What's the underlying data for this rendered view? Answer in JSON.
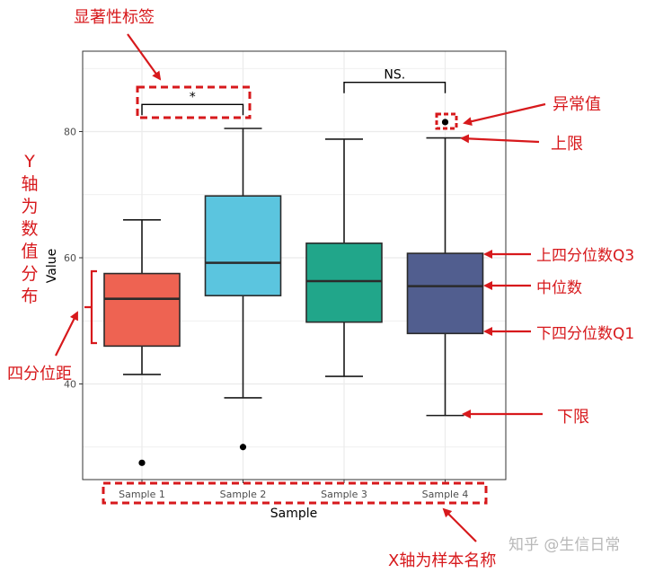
{
  "chart_data": {
    "type": "box",
    "title": "",
    "xlabel": "Sample",
    "ylabel": "Value",
    "ylim": [
      25,
      92
    ],
    "yticks": [
      40,
      60,
      80
    ],
    "grid": true,
    "categories": [
      "Sample 1",
      "Sample 2",
      "Sample 3",
      "Sample 4"
    ],
    "boxes": [
      {
        "name": "Sample 1",
        "color": "#ee6352",
        "min": 41.5,
        "q1": 46.0,
        "median": 53.5,
        "q3": 57.5,
        "max": 66.0,
        "outliers": [
          27.5
        ]
      },
      {
        "name": "Sample 2",
        "color": "#5bc5df",
        "min": 37.8,
        "q1": 54.0,
        "median": 59.2,
        "q3": 69.8,
        "max": 80.5,
        "outliers": [
          30.0
        ]
      },
      {
        "name": "Sample 3",
        "color": "#21a68a",
        "min": 41.2,
        "q1": 49.8,
        "median": 56.3,
        "q3": 62.3,
        "max": 78.8,
        "outliers": []
      },
      {
        "name": "Sample 4",
        "color": "#515e8f",
        "min": 35.0,
        "q1": 48.0,
        "median": 55.5,
        "q3": 60.7,
        "max": 79.0,
        "outliers": [
          81.5
        ]
      }
    ],
    "significance": [
      {
        "from": "Sample 1",
        "to": "Sample 2",
        "label": "*"
      },
      {
        "from": "Sample 3",
        "to": "Sample 4",
        "label": "NS."
      }
    ]
  },
  "annotations": {
    "sig_label": "显著性标签",
    "outlier": "异常值",
    "upper_limit": "上限",
    "q3": "上四分位数Q3",
    "median": "中位数",
    "q1": "下四分位数Q1",
    "lower_limit": "下限",
    "y_axis_lines": [
      "Y",
      "轴",
      "为",
      "数",
      "值",
      "分",
      "布"
    ],
    "iqr": "四分位距",
    "x_axis": "X轴为样本名称",
    "watermark": "知乎 @生信日常"
  },
  "colors": {
    "annotation": "#d7191c",
    "panel_border": "#333333",
    "grid": "#ebebeb"
  }
}
